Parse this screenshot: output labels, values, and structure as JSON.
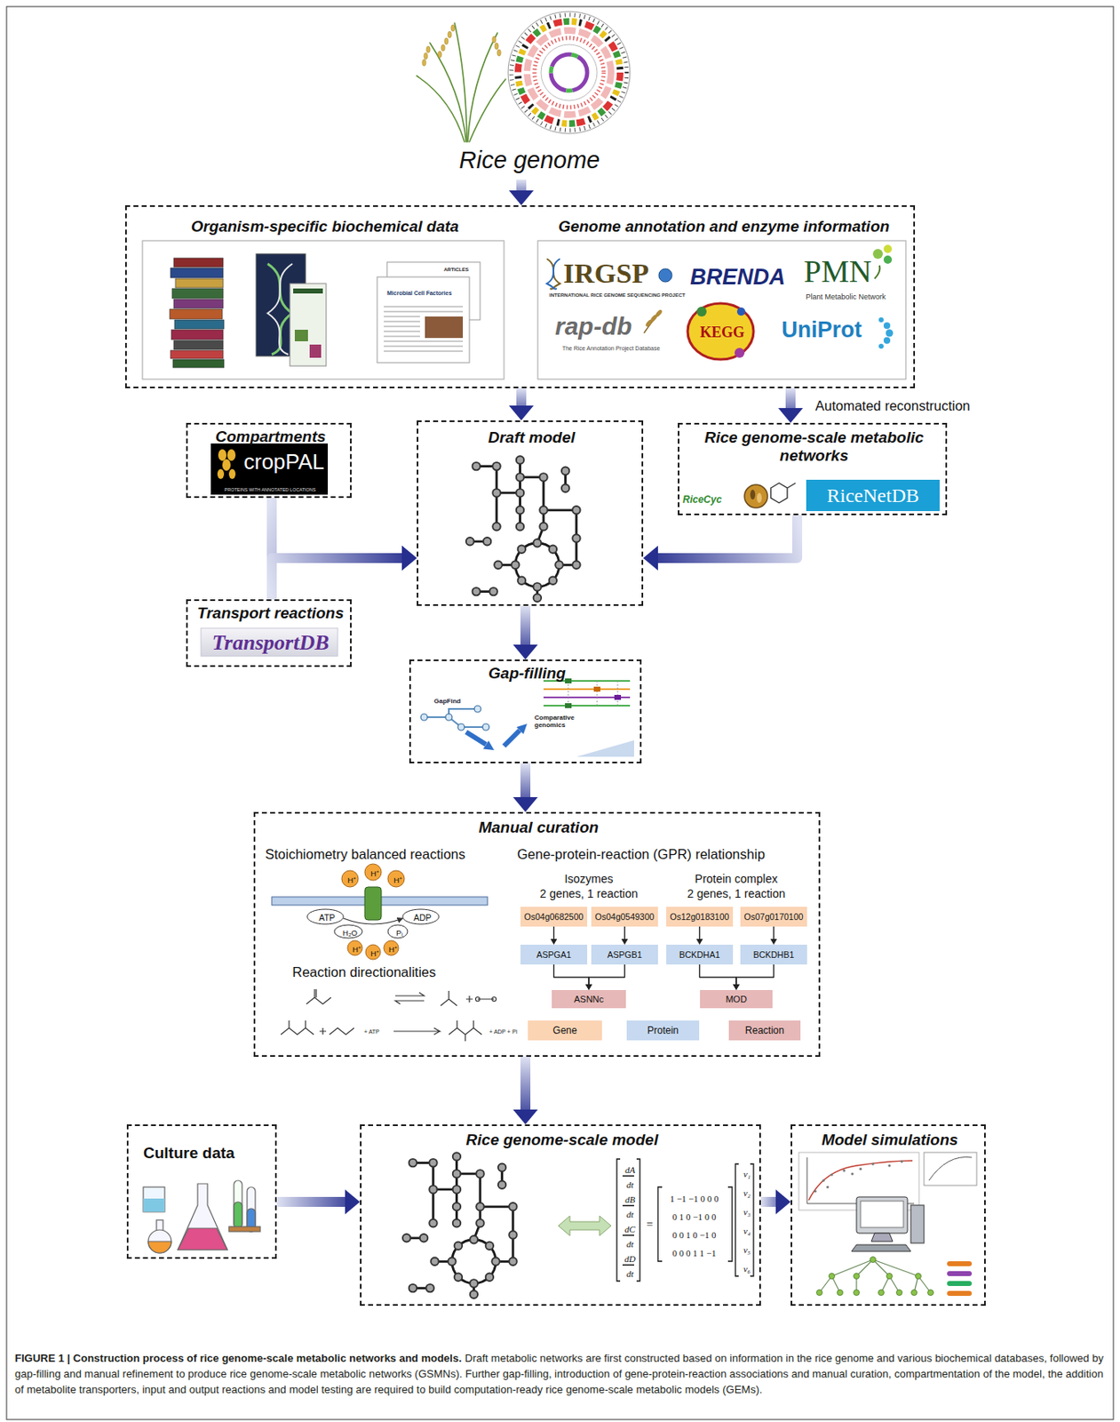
{
  "diagram": {
    "title": "FIGURE 1 | Construction process of rice genome-scale metabolic networks and models.",
    "caption": "Draft metabolic networks are first constructed based on information in the rice genome and various biochemical databases, followed by gap-filling and manual refinement to produce rice genome-scale metabolic networks (GSMNs). Further gap-filling, introduction of gene-protein-reaction associations and manual curation, compartmentation of the model, the addition of metabolite transporters, input and output reactions and model testing are required to build computation-ready rice genome-scale metabolic models (GEMs).",
    "nodes": [
      {
        "text": [
          "Rice genome"
        ]
      },
      {
        "text": [
          "Organism-specific biochemical data",
          "Genome annotation and enzyme information",
          "IRGSP",
          "INTERNATIONAL RICE GENOME SEQUENCING PROJECT",
          "BRENDA",
          "PMN",
          "Plant Metabolic Network",
          "rap-db",
          "The Rice Annotation Project Database",
          "KEGG",
          "UniProt",
          "ARTICLES",
          "Microbial Cell Factories"
        ]
      },
      {
        "text": [
          "Compartments",
          "cropPAL",
          "PROTEINS WITH ANNOTATED LOCATIONS"
        ]
      },
      {
        "text": [
          "Draft model"
        ]
      },
      {
        "text": [
          "Rice genome-scale metabolic networks",
          "RiceCyc",
          "RiceNetDB"
        ]
      },
      {
        "text": [
          "Transport reactions",
          "TransportDB"
        ]
      },
      {
        "text": [
          "Gap-filling",
          "GapFind",
          "Comparative genomics"
        ]
      },
      {
        "text": [
          "Manual curation",
          "Stoichiometry balanced reactions",
          "Gene-protein-reaction (GPR) relationship",
          "Isozymes",
          "2 genes, 1 reaction",
          "Protein complex",
          "2 genes, 1 reaction",
          "Reaction directionalities",
          "ATP",
          "ADP",
          "H₂O",
          "Pᵢ",
          "H⁺",
          "H⁺",
          "H⁺",
          "H⁺",
          "H⁺",
          "H⁺",
          "+ ATP",
          "+ ADP + Pi"
        ]
      },
      {
        "text": [
          "Os04g0682500"
        ],
        "in": 7
      },
      {
        "text": [
          "Os04g0549300"
        ],
        "in": 7
      },
      {
        "text": [
          "Os12g0183100"
        ],
        "in": 7
      },
      {
        "text": [
          "Os07g0170100"
        ],
        "in": 7
      },
      {
        "text": [
          "ASPGA1"
        ],
        "in": 7
      },
      {
        "text": [
          "ASPGB1"
        ],
        "in": 7
      },
      {
        "text": [
          "BCKDHA1"
        ],
        "in": 7
      },
      {
        "text": [
          "BCKDHB1"
        ],
        "in": 7
      },
      {
        "text": [
          "ASNNc"
        ],
        "in": 7
      },
      {
        "text": [
          "MOD"
        ],
        "in": 7
      },
      {
        "text": [
          "Culture data"
        ]
      },
      {
        "text": [
          "Rice genome-scale model",
          "dA",
          "dt",
          "dB",
          "dt",
          "dC",
          "dt",
          "dD",
          "dt",
          "=",
          "1 −1 −1 0 0 0",
          "0 1 0 −1 0 0",
          "0 0 1 0 −1 0",
          "0 0 0 1 1 −1",
          "v₁",
          "v₂",
          "v₃",
          "v₄",
          "v₅",
          "v₆"
        ]
      },
      {
        "text": [
          "Model simulations"
        ]
      }
    ],
    "edges": [
      {
        "from": 0,
        "to": 1,
        "arrow": "to"
      },
      {
        "from": 1,
        "to": 3,
        "arrow": "to"
      },
      {
        "from": 1,
        "to": 4,
        "label": "Automated reconstruction",
        "arrow": "to"
      },
      {
        "from": 2,
        "to": 3,
        "arrow": "to"
      },
      {
        "from": 5,
        "to": 3,
        "arrow": "to"
      },
      {
        "from": 4,
        "to": 3,
        "arrow": "to"
      },
      {
        "from": 3,
        "to": 6,
        "arrow": "to"
      },
      {
        "from": 6,
        "to": 7,
        "arrow": "to"
      },
      {
        "from": 7,
        "to": 19,
        "arrow": "to"
      },
      {
        "from": 18,
        "to": 19,
        "arrow": "to"
      },
      {
        "from": 19,
        "to": 20,
        "arrow": "to"
      },
      {
        "from": 8,
        "to": 12,
        "arrow": "to"
      },
      {
        "from": 9,
        "to": 13,
        "arrow": "to"
      },
      {
        "from": 10,
        "to": 14,
        "arrow": "to"
      },
      {
        "from": 11,
        "to": 15,
        "arrow": "to"
      },
      {
        "from": 12,
        "to": 16,
        "arrow": "to"
      },
      {
        "from": 13,
        "to": 16,
        "arrow": "to"
      },
      {
        "from": 14,
        "to": 17,
        "arrow": "to"
      },
      {
        "from": 15,
        "to": 17,
        "arrow": "to"
      }
    ],
    "legend": [
      {
        "text": "Gene",
        "color": "#fbd4b4"
      },
      {
        "text": "Protein",
        "color": "#c6d9f0"
      },
      {
        "text": "Reaction",
        "color": "#e6b8b7"
      }
    ]
  }
}
